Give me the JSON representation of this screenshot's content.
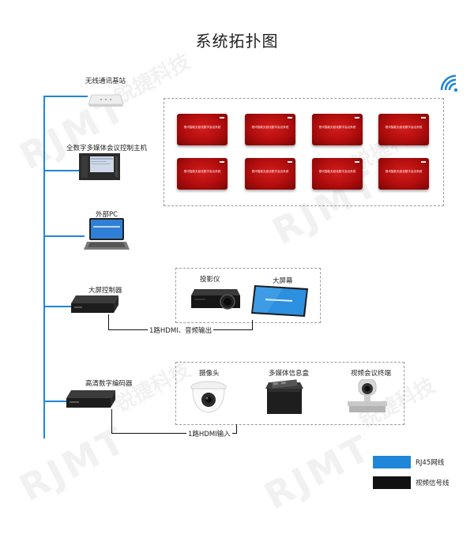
{
  "title": "系统拓扑图",
  "devices": {
    "wireless_base": "无线通讯基站",
    "host": "全数字多媒体会议控制主机",
    "external_pc": "外部PC",
    "screen_controller": "大屏控制器",
    "encoder": "高清数字编码器",
    "projector": "投影仪",
    "big_screen": "大屏幕",
    "camera": "摄像头",
    "media_box": "多媒体信息盒",
    "video_terminal": "视频会议终端"
  },
  "connections": {
    "hdmi_audio_out": "1路HDMI、音频输出",
    "hdmi_in": "1路HDMI输入"
  },
  "panels": {
    "screen_text": "视讯智能无纸化数字会议系统",
    "count": 8
  },
  "legend": [
    {
      "label": "RJ45网线",
      "color": "#1f86d8"
    },
    {
      "label": "视频信号线",
      "color": "#111111"
    }
  ],
  "watermark": {
    "brand": "RJMT",
    "cn": "锐捷科技"
  },
  "colors": {
    "network_line": "#1f86d8",
    "video_line": "#111111",
    "panel_red": "#c01212"
  }
}
